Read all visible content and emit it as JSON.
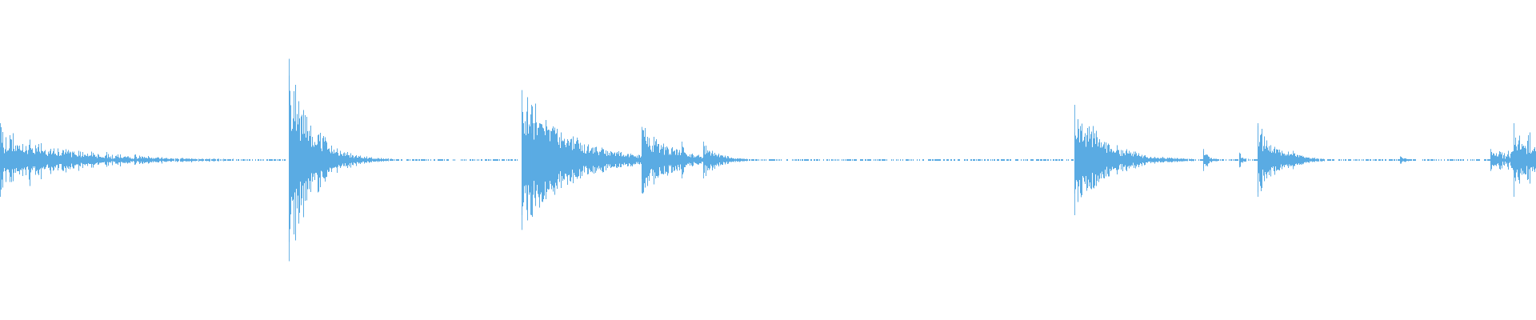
{
  "waveform": {
    "color": "#5aabe3",
    "background": "#ffffff",
    "baseline_dots": "dotted",
    "transients": [
      {
        "t": 0.0,
        "peak": 0.2,
        "decay": 0.03,
        "dense": true
      },
      {
        "t": 0.188,
        "peak": 0.55,
        "decay": 0.015
      },
      {
        "t": 0.211,
        "peak": 0.1,
        "decay": 0.008
      },
      {
        "t": 0.34,
        "peak": 0.38,
        "decay": 0.03
      },
      {
        "t": 0.346,
        "peak": 0.3,
        "decay": 0.02
      },
      {
        "t": 0.4,
        "peak": 0.02,
        "decay": 0.002
      },
      {
        "t": 0.418,
        "peak": 0.18,
        "decay": 0.02
      },
      {
        "t": 0.444,
        "peak": 0.1,
        "decay": 0.003
      },
      {
        "t": 0.458,
        "peak": 0.1,
        "decay": 0.01
      },
      {
        "t": 0.7,
        "peak": 0.3,
        "decay": 0.02
      },
      {
        "t": 0.719,
        "peak": 0.03,
        "decay": 0.008
      },
      {
        "t": 0.784,
        "peak": 0.06,
        "decay": 0.004
      },
      {
        "t": 0.807,
        "peak": 0.04,
        "decay": 0.003
      },
      {
        "t": 0.819,
        "peak": 0.2,
        "decay": 0.013
      },
      {
        "t": 0.842,
        "peak": 0.05,
        "decay": 0.008
      },
      {
        "t": 0.912,
        "peak": 0.02,
        "decay": 0.005
      },
      {
        "t": 0.971,
        "peak": 0.06,
        "decay": 0.006
      },
      {
        "t": 0.986,
        "peak": 0.2,
        "decay": 0.02,
        "dense": true
      }
    ]
  }
}
